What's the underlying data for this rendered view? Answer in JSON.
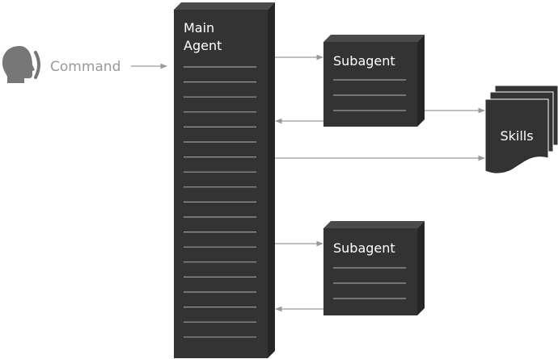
{
  "command": {
    "label": "Command",
    "icon": "speaking-head-icon"
  },
  "main_agent": {
    "line1": "Main",
    "line2": "Agent"
  },
  "subagents": [
    {
      "label": "Subagent"
    },
    {
      "label": "Subagent"
    }
  ],
  "skills": {
    "label": "Skills"
  },
  "colors": {
    "box": "#333333",
    "box_side": "#262626",
    "box_top": "#4a4a4a",
    "lines": "#9a9a9a",
    "text": "#ffffff",
    "command_text": "#9a9a9a",
    "icon": "#777777"
  }
}
